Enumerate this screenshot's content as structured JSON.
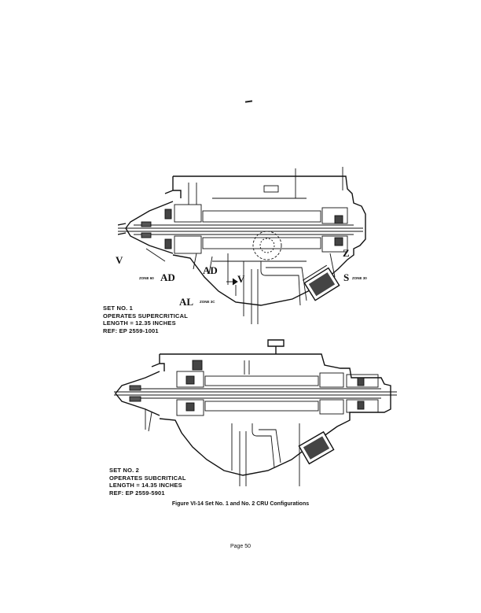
{
  "figure": {
    "caption": "Figure VI-14  Set No. 1 and No. 2 CRU Configurations",
    "set1": {
      "lines": [
        "SET NO. 1",
        "OPERATES SUPERCRITICAL",
        "LENGTH = 12.35 INCHES",
        "REF: EP 2559-1001"
      ],
      "annotations": {
        "v_left": "V",
        "zone_60": "ZONE 60",
        "ad_left": "AD",
        "ad_right": "AD",
        "v_arrow": "V",
        "al": "AL",
        "zone_3c": "ZONE 3C",
        "s": "S",
        "zone_30": "ZONE 30",
        "z": "Z"
      }
    },
    "set2": {
      "lines": [
        "SET NO. 2",
        "OPERATES SUBCRITICAL",
        "LENGTH = 14.35 INCHES",
        "REF: EP 2559-5901"
      ]
    }
  },
  "page": {
    "number": "Page 50"
  }
}
